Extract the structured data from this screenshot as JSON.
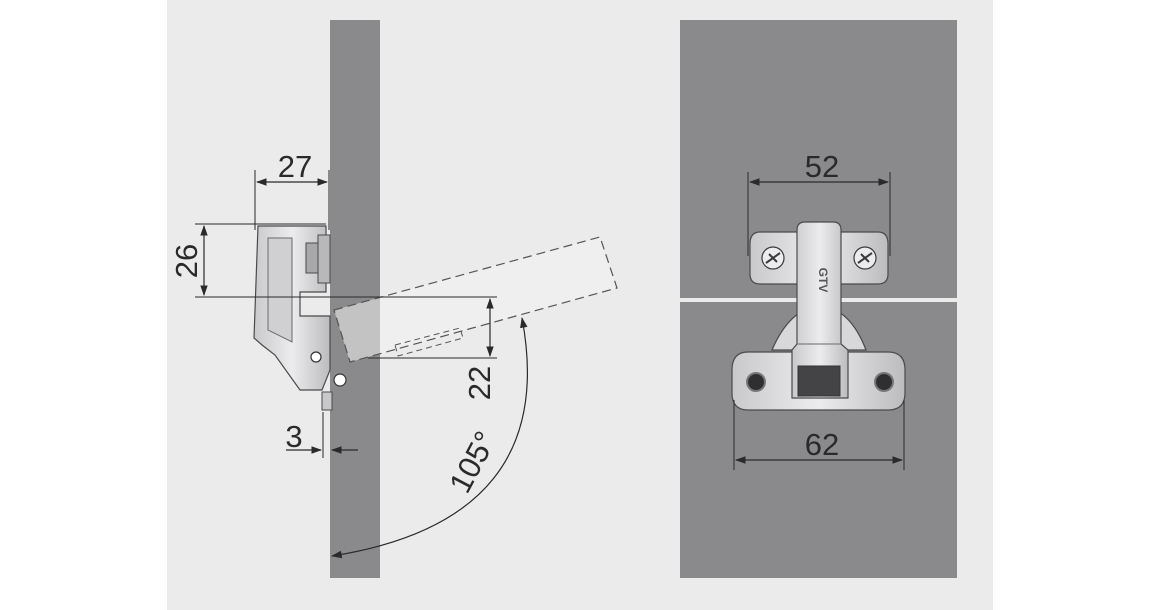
{
  "side_view": {
    "width_label": "27",
    "height_label": "26",
    "offset_label": "22",
    "overlay_label": "3",
    "angle_label": "105°"
  },
  "front_view": {
    "screw_spacing_label": "52",
    "plate_width_label": "62",
    "brand_text": "GTV"
  },
  "colors": {
    "background": "#ebebeb",
    "panel": "#8a8a8c",
    "metal": "#d9d9db",
    "dimension_line": "#2a2a2a"
  }
}
